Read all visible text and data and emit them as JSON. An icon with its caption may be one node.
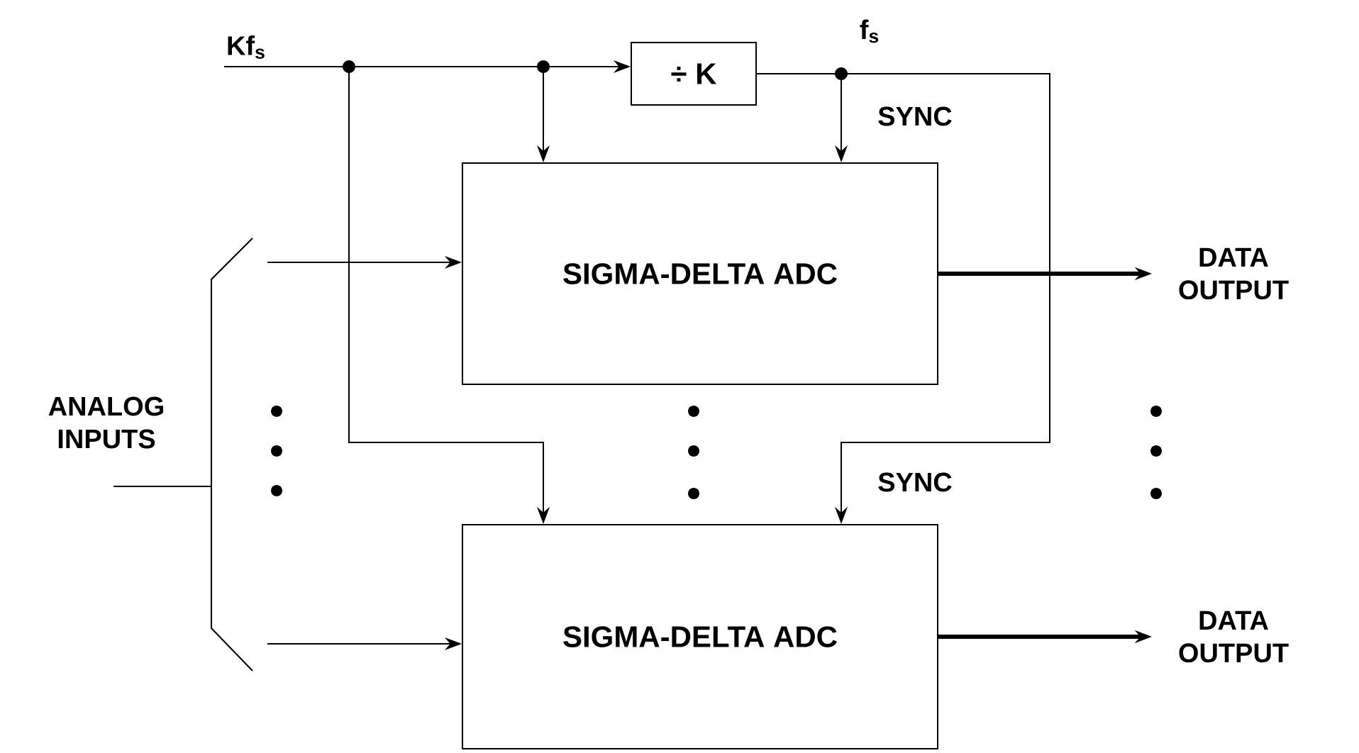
{
  "diagram": {
    "nodes": [
      {
        "text": [
          "Kf$_{s}$"
        ]
      },
      {
        "text": [
          "÷ K"
        ]
      },
      {
        "text": [
          "SIGMA-DELTA ADC"
        ]
      },
      {
        "text": [
          "SIGMA-DELTA ADC"
        ]
      },
      {
        "text": [
          "DATA OUTPUT"
        ]
      },
      {
        "text": [
          "DATA OUTPUT"
        ]
      },
      {
        "text": [],
        "shape": "bracket"
      }
    ],
    "edges": [
      {
        "from": 0,
        "to": 1,
        "arrow": "to"
      },
      {
        "from": 0,
        "to": 2,
        "arrow": "to"
      },
      {
        "from": 0,
        "to": 3,
        "arrow": "to"
      },
      {
        "from": 1,
        "to": 2,
        "arrow": "to",
        "label": "SYNC"
      },
      {
        "from": 1,
        "to": 3,
        "arrow": "to",
        "label": "SYNC"
      },
      {
        "from": 6,
        "to": 2,
        "arrow": "to"
      },
      {
        "from": 6,
        "to": 3,
        "arrow": "to"
      },
      {
        "from": 2,
        "to": 4,
        "arrow": "to",
        "style": "thick"
      },
      {
        "from": 3,
        "to": 5,
        "arrow": "to",
        "style": "thick"
      }
    ],
    "labels": [
      "f$_{s}$",
      "ANALOG INPUTS"
    ]
  }
}
